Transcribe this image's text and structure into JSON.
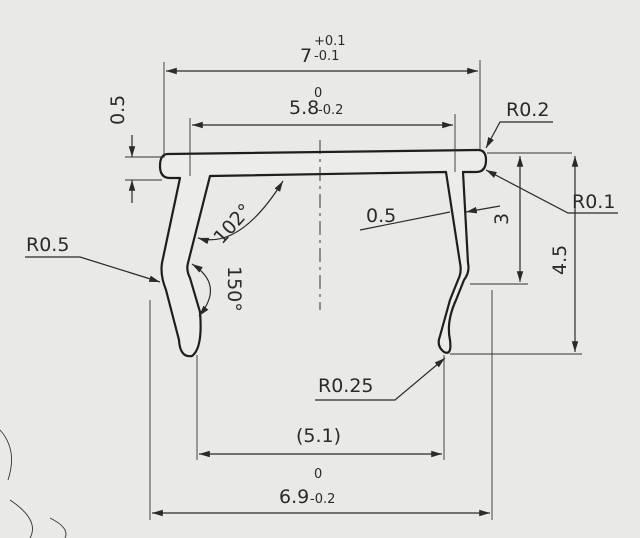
{
  "drawing": {
    "dims": {
      "overall_width": {
        "nominal": "7",
        "upper_tol": "+0.1",
        "lower_tol": "-0.1"
      },
      "top_width": {
        "nominal": "5.8",
        "upper_tol": "0",
        "lower_tol": "-0.2"
      },
      "bottom_width": {
        "nominal": "6.9",
        "upper_tol": "0",
        "lower_tol": "-0.2"
      },
      "ref_width": "(5.1)",
      "flange_thickness": "0.5",
      "wall_thickness": "0.5",
      "height_3": "3",
      "height_4_5": "4.5",
      "angle_102": "102°",
      "angle_150": "150°",
      "radius_r02": "R0.2",
      "radius_r01": "R0.1",
      "radius_r05": "R0.5",
      "radius_r025": "R0.25"
    }
  }
}
